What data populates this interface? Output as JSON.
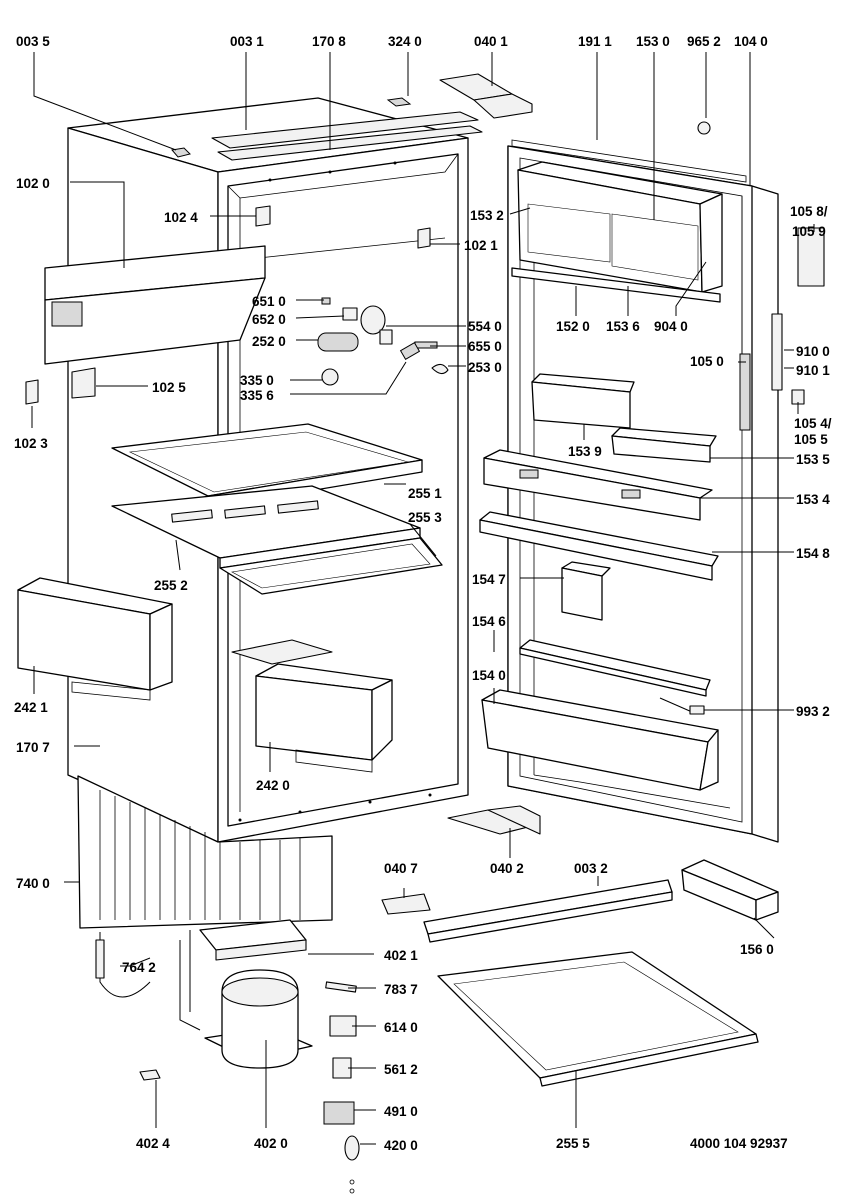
{
  "labels": {
    "p0035": "003 5",
    "p0031": "003 1",
    "p1708": "170 8",
    "p3240": "324 0",
    "p0401": "040 1",
    "p1911": "191 1",
    "p1530": "153 0",
    "p9652": "965 2",
    "p1040": "104 0",
    "p1020": "102 0",
    "p1024": "102 4",
    "p1532": "153 2",
    "p1021": "102 1",
    "p1058": "105 8/",
    "p1059": "105 9",
    "p6510": "651 0",
    "p6520": "652 0",
    "p2520": "252 0",
    "p5540": "554 0",
    "p6550": "655 0",
    "p2530": "253 0",
    "p1520": "152 0",
    "p1536": "153 6",
    "p9040": "904 0",
    "p9100": "910 0",
    "p9101": "910 1",
    "p1050": "105 0",
    "p3350": "335 0",
    "p3356": "335 6",
    "p1025": "102 5",
    "p1023": "102 3",
    "p1054": "105 4/",
    "p1055": "105 5",
    "p1539": "153 9",
    "p1535": "153 5",
    "p2551": "255 1",
    "p1534": "153 4",
    "p2553": "255 3",
    "p1548": "154 8",
    "p2552": "255 2",
    "p1547": "154 7",
    "p1546": "154 6",
    "p2421": "242 1",
    "p1540": "154 0",
    "p9932": "993 2",
    "p1707": "170 7",
    "p2420": "242 0",
    "p0402": "040 2",
    "p0407": "040 7",
    "p0032": "003 2",
    "p7400": "740 0",
    "p1560": "156 0",
    "p4021": "402 1",
    "p7642": "764 2",
    "p7837": "783 7",
    "p6140": "614 0",
    "p5612": "561 2",
    "p4910": "491 0",
    "p4200": "420 0",
    "p4024": "402 4",
    "p4020": "402 0",
    "p2555": "255 5",
    "docref": "4000 104 92937"
  }
}
